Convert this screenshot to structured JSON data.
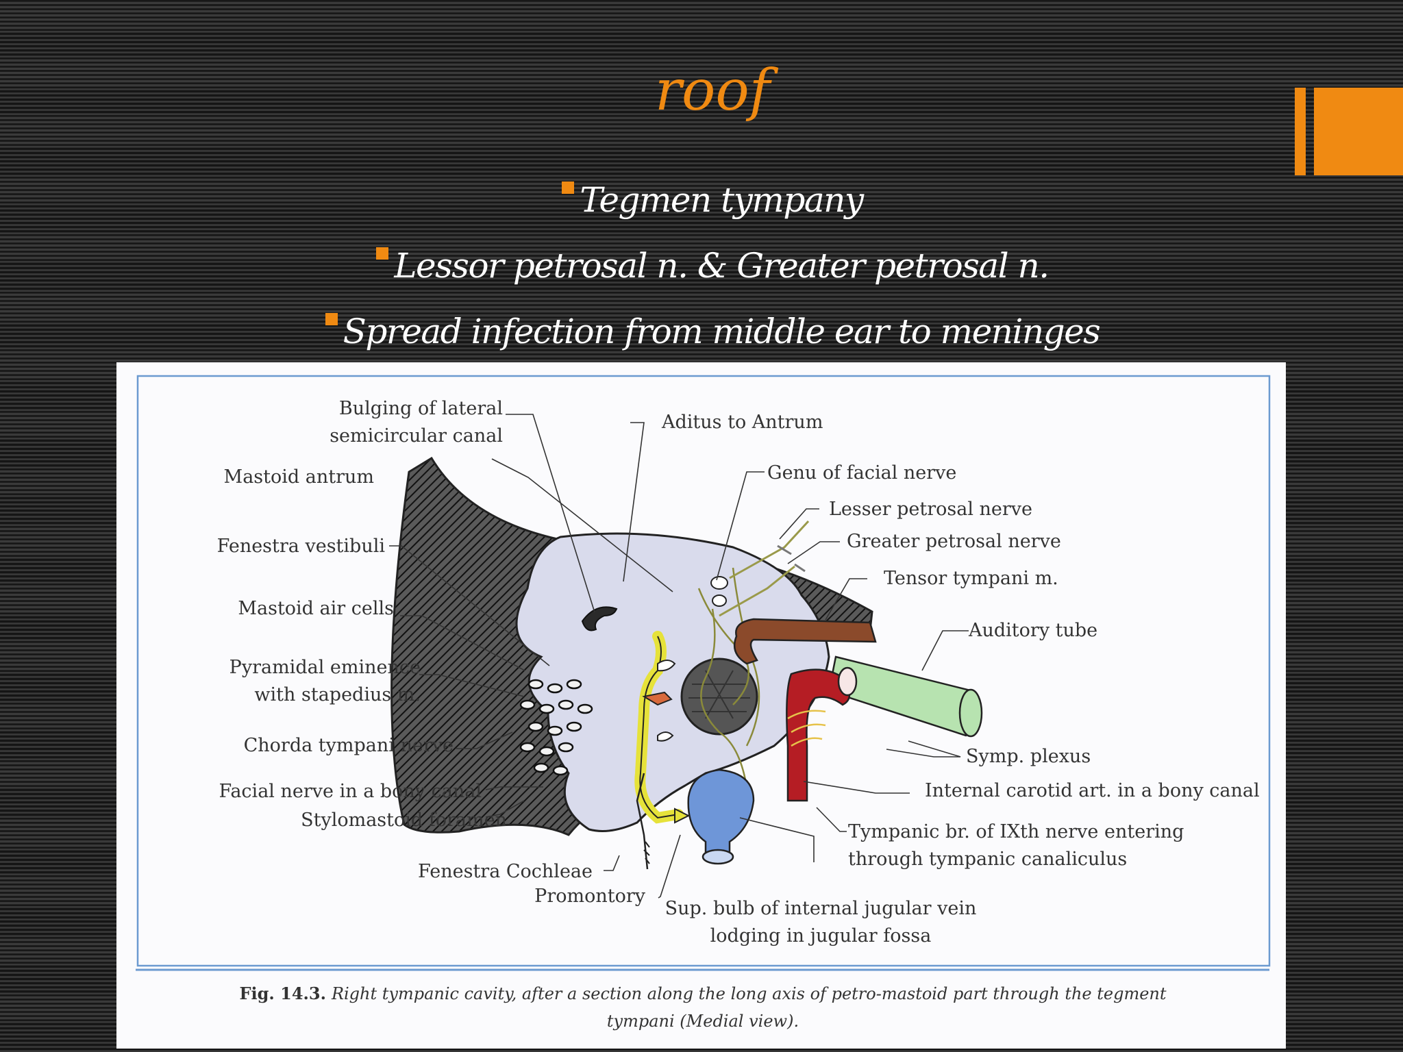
{
  "slide": {
    "title": "roof",
    "bullets": [
      "Tegmen tympany",
      "Lessor petrosal n. & Greater petrosal n.",
      "Spread infection from middle ear to meninges"
    ]
  },
  "figure": {
    "labels": {
      "bulging_1": "Bulging of lateral",
      "bulging_2": "semicircular canal",
      "aditus": "Aditus to Antrum",
      "mastoid_antrum": "Mastoid antrum",
      "genu": "Genu of facial nerve",
      "lesser_petrosal": "Lesser petrosal nerve",
      "fenestra_vestibuli": "Fenestra vestibuli",
      "greater_petrosal": "Greater petrosal nerve",
      "tensor": "Tensor tympani m.",
      "mastoid_air": "Mastoid air cells",
      "auditory_tube": "Auditory tube",
      "pyramidal_1": "Pyramidal eminence",
      "pyramidal_2": "with stapedius m.",
      "chorda": "Chorda tympani nerve",
      "symp": "Symp. plexus",
      "facial_canal": "Facial nerve in a bony canal",
      "internal_carotid": "Internal carotid art. in a bony canal",
      "stylomastoid": "Stylomastoid foramen",
      "tympanic_1": "Tympanic br. of IXth nerve entering",
      "tympanic_2": "through tympanic canaliculus",
      "fenestra_cochleae": "Fenestra Cochleae",
      "promontory": "Promontory",
      "sup_bulb_1": "Sup. bulb of internal jugular vein",
      "sup_bulb_2": "lodging in jugular fossa"
    },
    "caption_label": "Fig. 14.3.",
    "caption_1": "Right tympanic cavity, after a section along the long axis of petro-mastoid part through the tegment",
    "caption_2": "tympani (Medial view).",
    "colors": {
      "accent": "#f08a12",
      "facial_nerve": "#e6e23a",
      "internal_carotid": "#b51d24",
      "tensor_tympani": "#8b4a2b",
      "auditory_tube": "#b7e3b0",
      "jugular_bulb": "#6e96d8",
      "cavity": "#d9dbec",
      "figure_border": "#6b9ad0"
    }
  }
}
